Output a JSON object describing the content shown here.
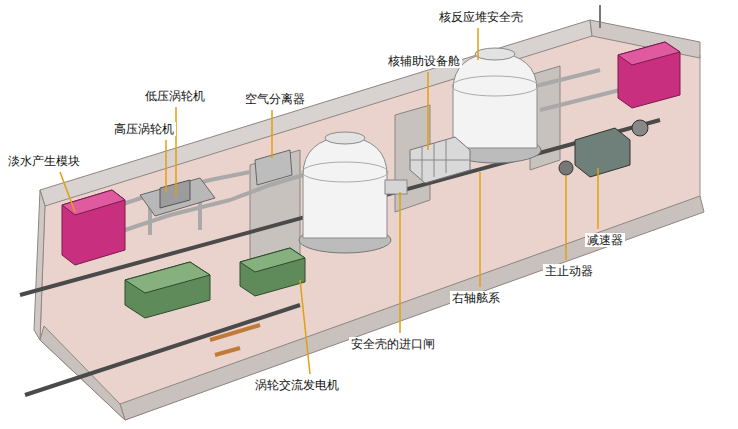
{
  "diagram": {
    "labels": [
      "核反应堆安全壳",
      "核辅助设备舱",
      "低压涡轮机",
      "空气分离器",
      "高压涡轮机",
      "淡水产生模块",
      "减速器",
      "主止动器",
      "右轴舷系",
      "安全壳的进口闸",
      "涡轮交流发电机"
    ]
  }
}
